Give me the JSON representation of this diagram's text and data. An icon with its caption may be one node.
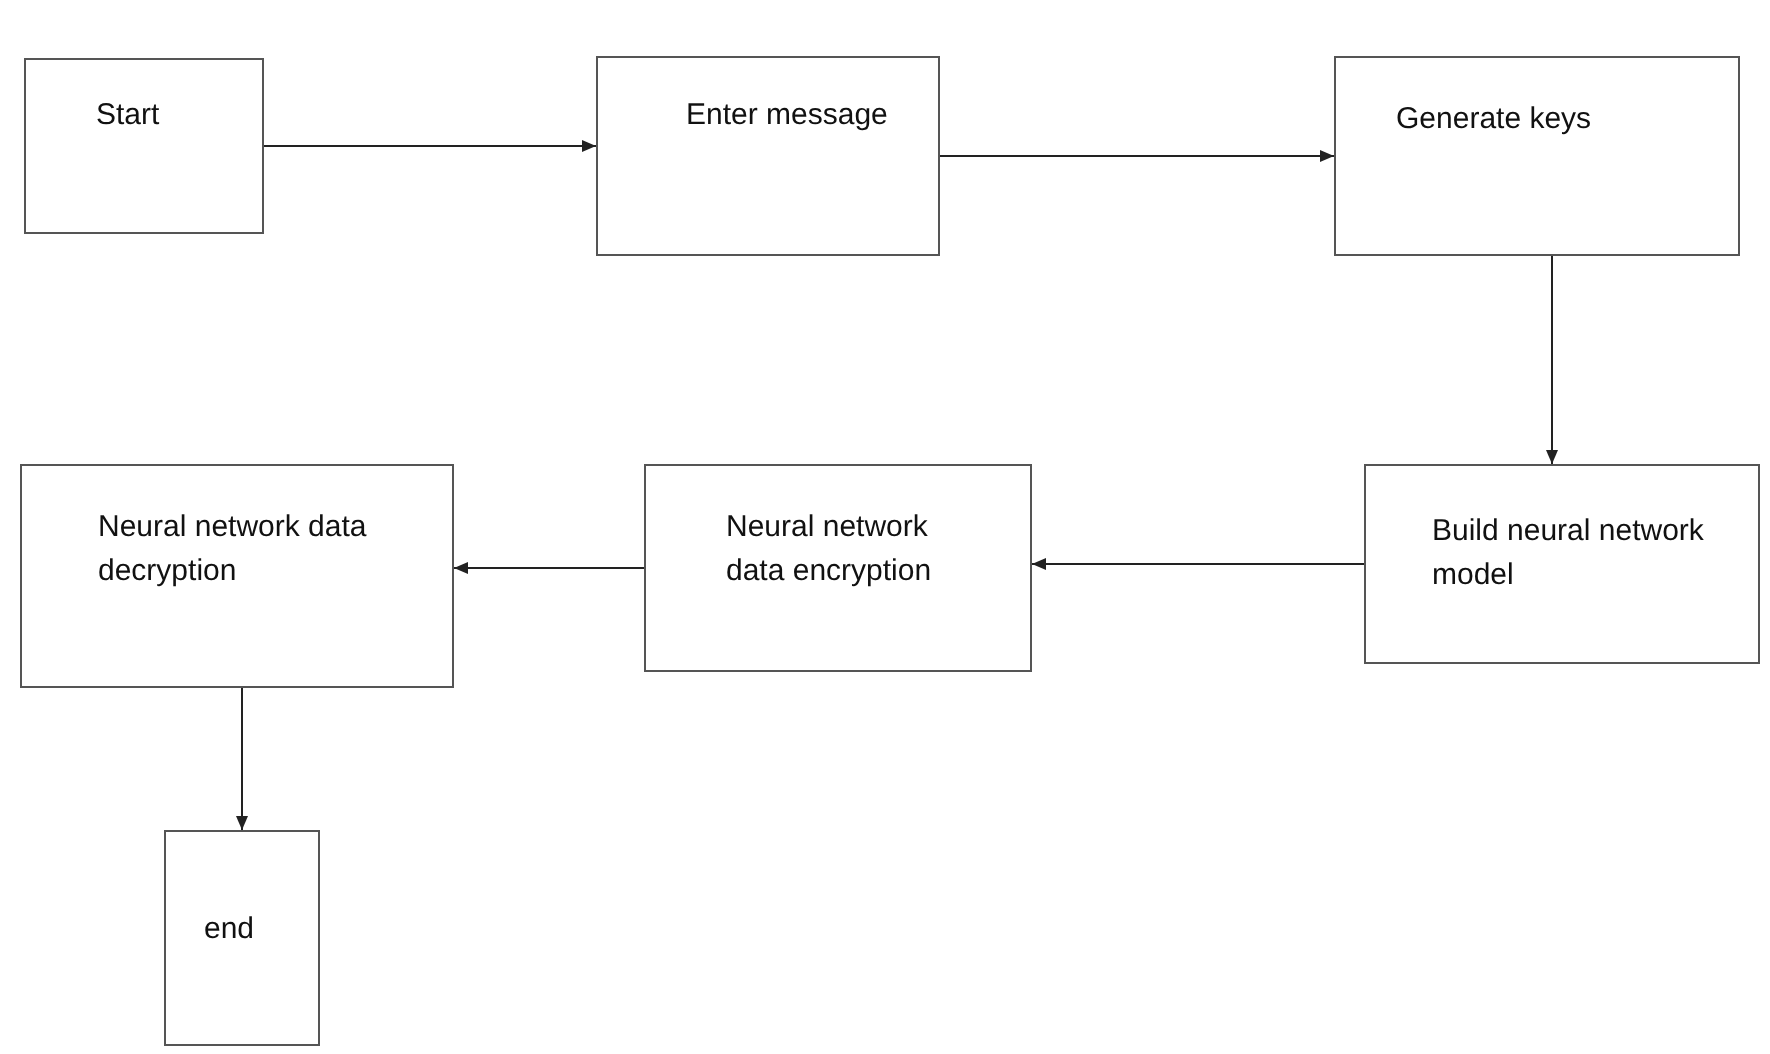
{
  "diagram": {
    "nodes": [
      {
        "text": [
          "Start"
        ]
      },
      {
        "text": [
          "Enter message"
        ]
      },
      {
        "text": [
          "Generate keys"
        ]
      },
      {
        "text": [
          "Build neural network model"
        ]
      },
      {
        "text": [
          "Neural network data encryption"
        ]
      },
      {
        "text": [
          "Neural network data decryption"
        ]
      },
      {
        "text": [
          "end"
        ]
      }
    ],
    "edges": [
      {
        "from": 0,
        "to": 1,
        "arrow": "to"
      },
      {
        "from": 1,
        "to": 2,
        "arrow": "to"
      },
      {
        "from": 2,
        "to": 3,
        "arrow": "to"
      },
      {
        "from": 3,
        "to": 4,
        "arrow": "to"
      },
      {
        "from": 4,
        "to": 5,
        "arrow": "to"
      },
      {
        "from": 5,
        "to": 6,
        "arrow": "to"
      }
    ]
  }
}
